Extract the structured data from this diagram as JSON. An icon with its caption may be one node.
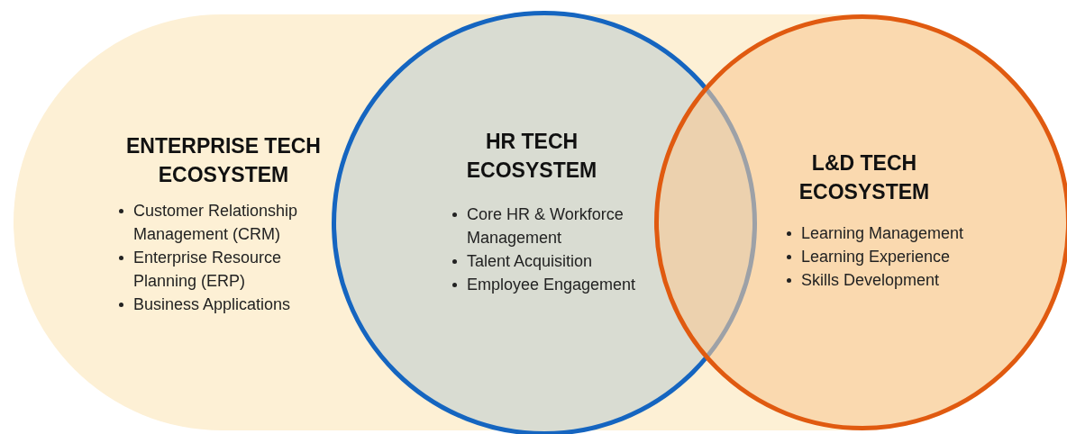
{
  "diagram": {
    "nodes": [
      {
        "text": [
          "ENTERPRISE TECH ECOSYSTEM",
          "Customer Relationship Management (CRM)",
          "Enterprise Resource Planning (ERP)",
          "Business Applications"
        ]
      },
      {
        "text": [
          "HR TECH ECOSYSTEM",
          "Core HR & Workforce Management",
          "Talent Acquisition",
          "Employee Engagement"
        ],
        "in": 0
      },
      {
        "text": [
          "L&D TECH ECOSYSTEM",
          "Learning Management",
          "Learning Experience",
          "Skills Development"
        ],
        "in": 0
      }
    ],
    "edges": []
  }
}
